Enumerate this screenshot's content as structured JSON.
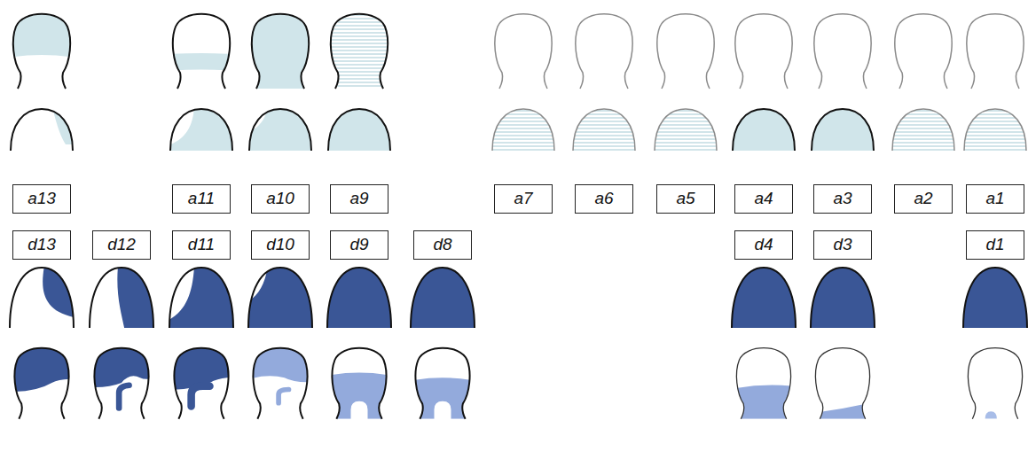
{
  "diagram": {
    "nodes": [
      {
        "text": [
          "a13"
        ]
      },
      {
        "text": [
          "a11"
        ]
      },
      {
        "text": [
          "a10"
        ]
      },
      {
        "text": [
          "a9"
        ]
      },
      {
        "text": [
          "a7"
        ]
      },
      {
        "text": [
          "a6"
        ]
      },
      {
        "text": [
          "a5"
        ]
      },
      {
        "text": [
          "a4"
        ]
      },
      {
        "text": [
          "a3"
        ]
      },
      {
        "text": [
          "a2"
        ]
      },
      {
        "text": [
          "a1"
        ]
      },
      {
        "text": [
          "d13"
        ]
      },
      {
        "text": [
          "d12"
        ]
      },
      {
        "text": [
          "d11"
        ]
      },
      {
        "text": [
          "d10"
        ]
      },
      {
        "text": [
          "d9"
        ]
      },
      {
        "text": [
          "d8"
        ]
      },
      {
        "text": [
          "d4"
        ]
      },
      {
        "text": [
          "d3"
        ]
      },
      {
        "text": [
          "d1"
        ]
      }
    ]
  }
}
